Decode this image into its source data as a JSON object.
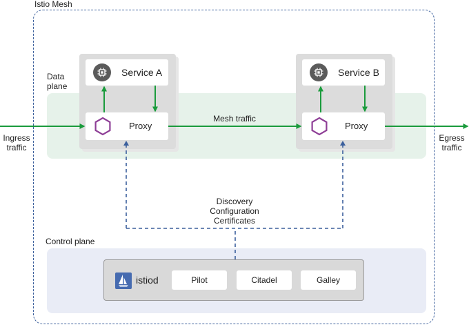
{
  "mesh": {
    "title": "Istio Mesh"
  },
  "data_plane": {
    "label_line1": "Data",
    "label_line2": "plane"
  },
  "control_plane": {
    "label": "Control plane"
  },
  "service_a": {
    "label": "Service A",
    "proxy_label": "Proxy"
  },
  "service_b": {
    "label": "Service B",
    "proxy_label": "Proxy"
  },
  "traffic": {
    "ingress_line1": "Ingress",
    "ingress_line2": "traffic",
    "egress_line1": "Egress",
    "egress_line2": "traffic",
    "mesh": "Mesh traffic"
  },
  "control_flow": {
    "line1": "Discovery",
    "line2": "Configuration",
    "line3": "Certificates"
  },
  "istiod": {
    "label": "istiod",
    "components": [
      "Pilot",
      "Citadel",
      "Galley"
    ]
  },
  "colors": {
    "traffic_green": "#1a9b3c",
    "control_blue": "#3b5f9c",
    "proxy_purple": "#8e3e96",
    "istio_logo": "#466bb0"
  },
  "icons": {
    "service": "chip-icon",
    "proxy": "hexagon-icon",
    "istiod": "istio-sail-icon"
  }
}
